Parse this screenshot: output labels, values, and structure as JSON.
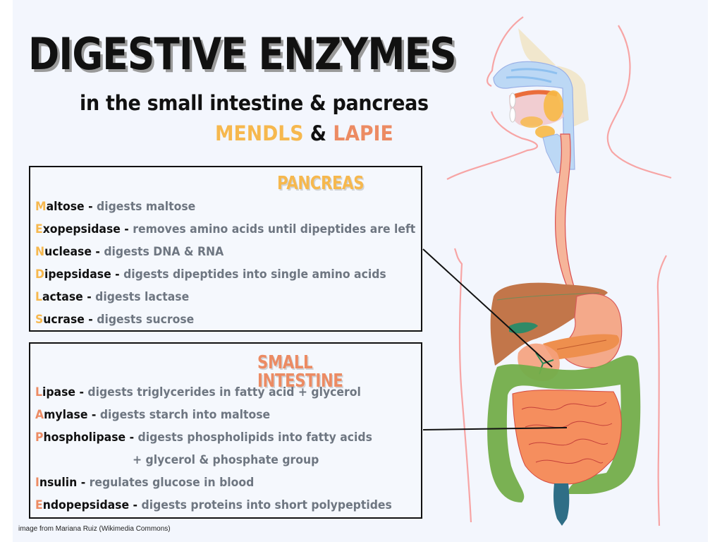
{
  "title": "DIGESTIVE ENZYMES",
  "subtitle": "in the small intestine & pancreas",
  "mnemonic": {
    "part1": "MENDLS",
    "amp": " & ",
    "part2": "LAPIE"
  },
  "colors": {
    "background": "#f3f6fd",
    "pancreas_accent": "#f6b84e",
    "small_intestine_accent": "#ec8b63",
    "description_gray": "#6e7681",
    "border": "#111111"
  },
  "pancreas": {
    "heading": "PANCREAS",
    "items": [
      {
        "initial": "M",
        "rest": "altose",
        "desc": "digests maltose"
      },
      {
        "initial": "E",
        "rest": "xopepsidase",
        "desc": "removes amino acids until dipeptides are left"
      },
      {
        "initial": "N",
        "rest": "uclease",
        "desc": "digests DNA & RNA"
      },
      {
        "initial": "D",
        "rest": "ipepsidase",
        "desc": "digests dipeptides into single amino acids"
      },
      {
        "initial": "L",
        "rest": "actase",
        "desc": "digests lactase"
      },
      {
        "initial": "S",
        "rest": "ucrase",
        "desc": "digests sucrose"
      }
    ]
  },
  "small_intestine": {
    "heading": "SMALL INTESTINE",
    "items": [
      {
        "initial": "L",
        "rest": "ipase",
        "desc": "digests triglycerides in fatty acid + glycerol"
      },
      {
        "initial": "A",
        "rest": "mylase",
        "desc": "digests starch into maltose"
      },
      {
        "initial": "P",
        "rest": "hospholipase",
        "desc": "digests phospholipids into fatty acids",
        "cont": "+ glycerol & phosphate group"
      },
      {
        "initial": "I",
        "rest": "nsulin",
        "desc": "regulates glucose in blood"
      },
      {
        "initial": "E",
        "rest": "ndopepsidase",
        "desc": "digests proteins into short polypeptides"
      }
    ]
  },
  "dash": " - ",
  "credit": "image from Mariana Ruiz (Wikimedia Commons)"
}
